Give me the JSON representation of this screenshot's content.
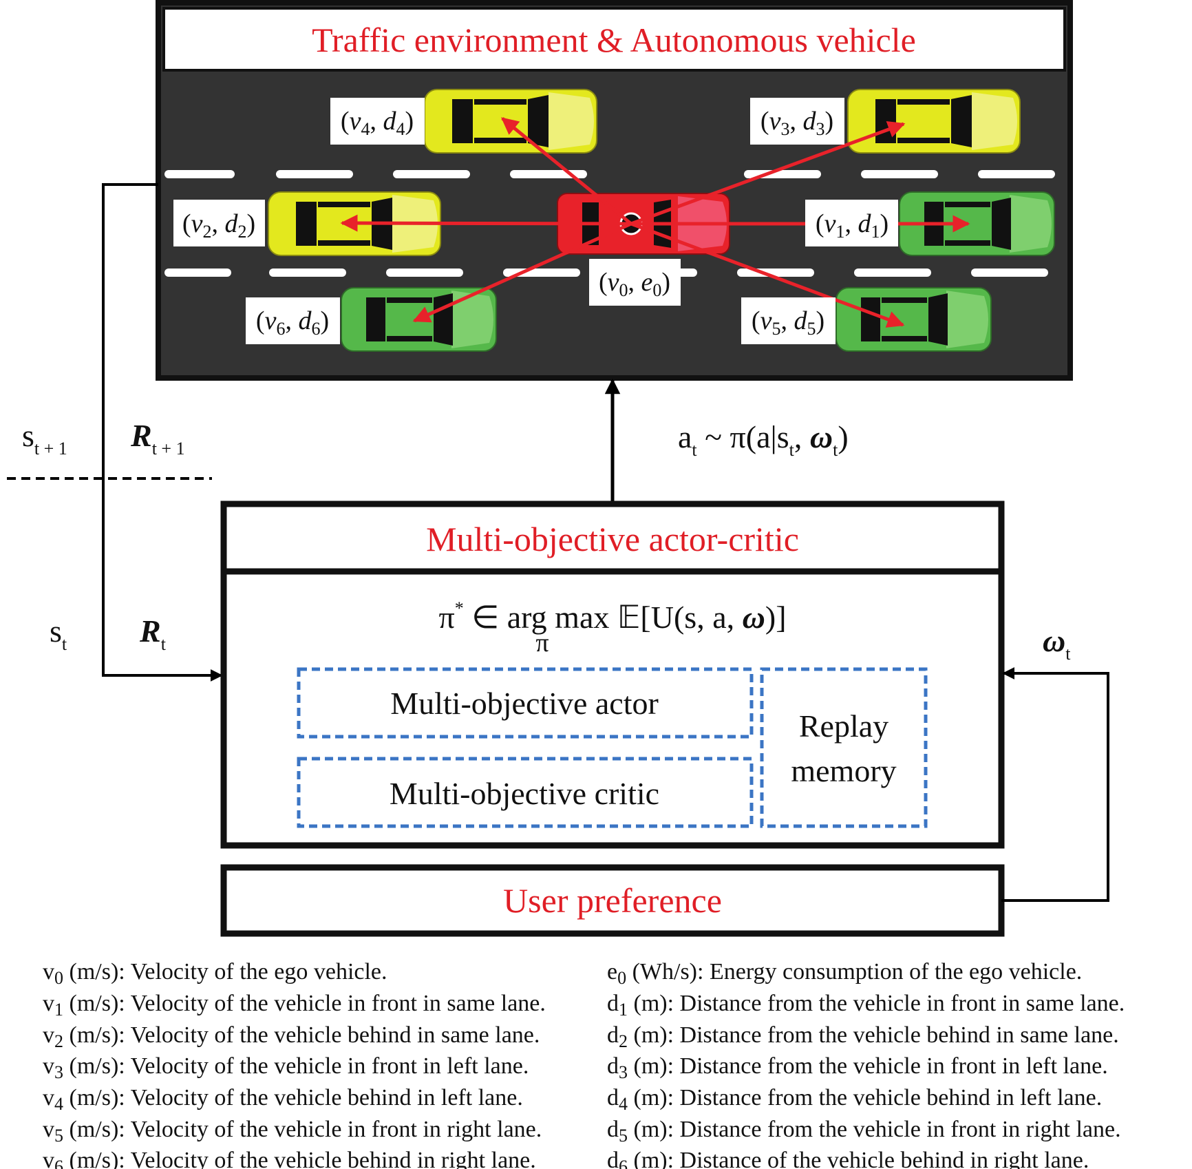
{
  "titles": {
    "environment": "Traffic environment & Autonomous vehicle",
    "actor_critic": "Multi-objective actor-critic",
    "user_preference": "User preference"
  },
  "modules": {
    "actor": "Multi-objective actor",
    "critic": "Multi-objective critic",
    "replay_line1": "Replay",
    "replay_line2": "memory"
  },
  "objective": {
    "pi": "π",
    "star": "*",
    "in_argmax": " ∈ arg max ",
    "E": "𝔼",
    "open": "[",
    "U": "U",
    "args": "(s, a, ",
    "omega": "ω",
    "close": ")]",
    "under": "π"
  },
  "signals": {
    "s": "s",
    "R": "R",
    "omega": "ω",
    "t": "t",
    "t_plus_1": "t + 1",
    "action_a": "a",
    "action_t": "t",
    "action_rest1": " ~ π(",
    "action_a2": "a",
    "action_bar": "|",
    "action_s": "s",
    "action_comma": ", ",
    "action_omega": "ω",
    "action_close": ")"
  },
  "vehicles": [
    {
      "id": "v4",
      "v": "v",
      "vi": "4",
      "d": "d",
      "di": "4",
      "color": "yellow"
    },
    {
      "id": "v3",
      "v": "v",
      "vi": "3",
      "d": "d",
      "di": "3",
      "color": "yellow"
    },
    {
      "id": "v2",
      "v": "v",
      "vi": "2",
      "d": "d",
      "di": "2",
      "color": "yellow"
    },
    {
      "id": "v1",
      "v": "v",
      "vi": "1",
      "d": "d",
      "di": "1",
      "color": "green"
    },
    {
      "id": "v0",
      "v": "v",
      "vi": "0",
      "d": "e",
      "di": "0",
      "color": "red"
    },
    {
      "id": "v6",
      "v": "v",
      "vi": "6",
      "d": "d",
      "di": "6",
      "color": "green"
    },
    {
      "id": "v5",
      "v": "v",
      "vi": "5",
      "d": "d",
      "di": "5",
      "color": "green"
    }
  ],
  "legend_left": [
    {
      "sym": "v",
      "idx": "0",
      "text": " (m/s): Velocity of the ego vehicle."
    },
    {
      "sym": "v",
      "idx": "1",
      "text": " (m/s): Velocity of the vehicle in front in same lane."
    },
    {
      "sym": "v",
      "idx": "2",
      "text": " (m/s): Velocity of the vehicle behind in same lane."
    },
    {
      "sym": "v",
      "idx": "3",
      "text": " (m/s): Velocity of the vehicle in front in left lane."
    },
    {
      "sym": "v",
      "idx": "4",
      "text": " (m/s): Velocity of the vehicle behind in left lane."
    },
    {
      "sym": "v",
      "idx": "5",
      "text": " (m/s): Velocity of the vehicle in front in right lane."
    },
    {
      "sym": "v",
      "idx": "6",
      "text": " (m/s): Velocity of the vehicle behind in right lane."
    }
  ],
  "legend_right": [
    {
      "sym": "e",
      "idx": "0",
      "text": " (Wh/s): Energy consumption of the ego vehicle."
    },
    {
      "sym": "d",
      "idx": "1",
      "text": " (m): Distance from the vehicle in front in same lane."
    },
    {
      "sym": "d",
      "idx": "2",
      "text": " (m): Distance from the vehicle behind in same lane."
    },
    {
      "sym": "d",
      "idx": "3",
      "text": " (m): Distance from the vehicle in front in left lane."
    },
    {
      "sym": "d",
      "idx": "4",
      "text": " (m): Distance from the vehicle behind in left lane."
    },
    {
      "sym": "d",
      "idx": "5",
      "text": " (m): Distance from the vehicle in front in right lane."
    },
    {
      "sym": "d",
      "idx": "6",
      "text": " (m): Distance of the vehicle behind in right lane."
    }
  ],
  "colors": {
    "title_red": "#e01e26",
    "road": "#333333",
    "arrow_red": "#e8222a",
    "dashed_blue": "#3b75c4",
    "yellow_car": "#e3e81e",
    "green_car": "#55b84a",
    "red_car": "#e8222a"
  }
}
